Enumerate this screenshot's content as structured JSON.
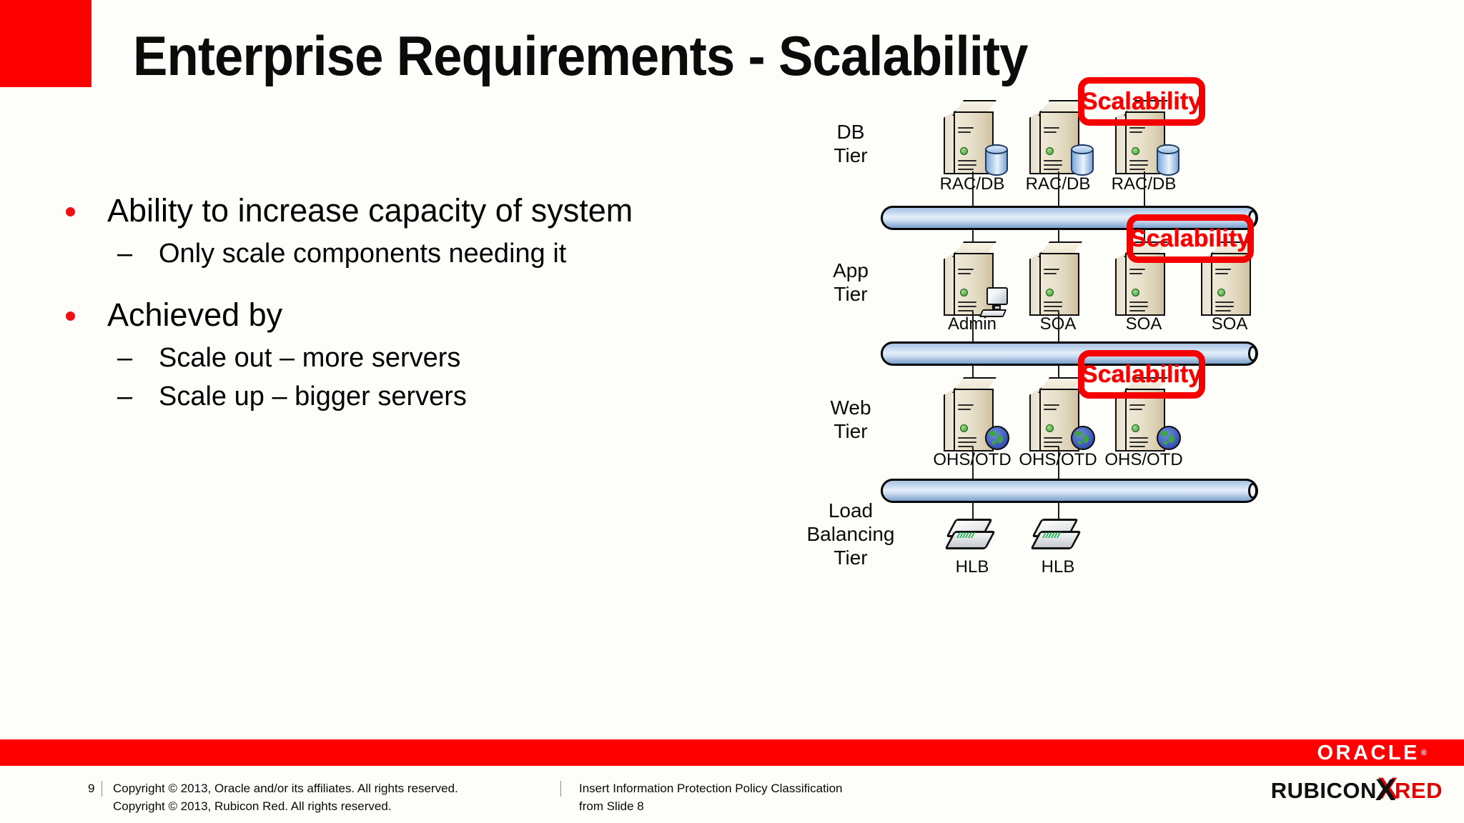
{
  "slide": {
    "title": "Enterprise Requirements - Scalability",
    "accent_red": "#fe0000"
  },
  "bullets": [
    {
      "level": 1,
      "text": "Ability to increase capacity of system"
    },
    {
      "level": 2,
      "text": "Only scale components needing it"
    },
    {
      "level": 1,
      "text": "Achieved by"
    },
    {
      "level": 2,
      "text": "Scale out – more servers"
    },
    {
      "level": 2,
      "text": "Scale up – bigger servers"
    }
  ],
  "diagram": {
    "tiers": [
      {
        "label_line1": "DB",
        "label_line2": "Tier"
      },
      {
        "label_line1": "App",
        "label_line2": "Tier"
      },
      {
        "label_line1": "Web",
        "label_line2": "Tier"
      },
      {
        "label_line1": "Load",
        "label_line2": "Balancing",
        "label_line3": "Tier"
      }
    ],
    "db_nodes": [
      "RAC/DB",
      "RAC/DB",
      "RAC/DB"
    ],
    "app_nodes": [
      "Admin",
      "SOA",
      "SOA",
      "SOA"
    ],
    "web_nodes": [
      "OHS/OTD",
      "OHS/OTD",
      "OHS/OTD"
    ],
    "lb_nodes": [
      "HLB",
      "HLB"
    ],
    "callouts": [
      "Scalability",
      "Scalability",
      "Scalability"
    ],
    "callout_color": "#f40000"
  },
  "footer": {
    "page_number": "9",
    "copyright_line1": "Copyright © 2013, Oracle and/or its affiliates. All rights reserved.",
    "copyright_line2": "Copyright © 2013, Rubicon Red. All rights reserved.",
    "classification_line1": "Insert Information Protection Policy Classification",
    "classification_line2": "from Slide 8"
  },
  "logos": {
    "oracle": "ORACLE",
    "oracle_mark": "®",
    "rubicon_part1": "RUBICON",
    "rubicon_x": "X",
    "rubicon_part2": "RED"
  }
}
